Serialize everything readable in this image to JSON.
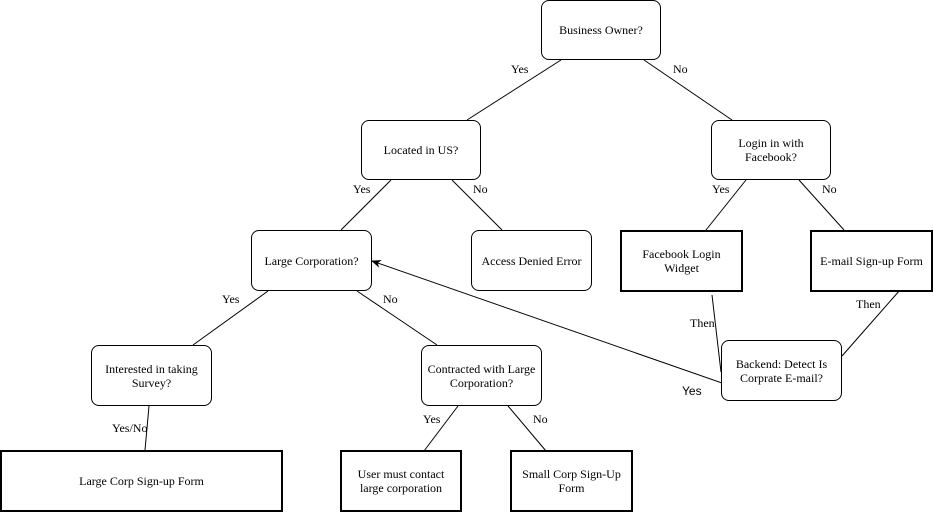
{
  "nodes": {
    "business_owner": "Business Owner?",
    "located_us": "Located in US?",
    "login_facebook": "Login in with Facebook?",
    "large_corp": "Large Corporation?",
    "access_denied": "Access Denied Error",
    "facebook_widget": "Facebook Login Widget",
    "email_signup": "E-mail Sign-up Form",
    "interested_survey": "Interested in taking Survey?",
    "contracted_large": "Contracted with Large Corporation?",
    "backend_detect": "Backend: Detect Is Corprate E-mail?",
    "large_corp_form": "Large Corp Sign-up Form",
    "contact_large": "User must contact large corporation",
    "small_corp_form": "Small Corp Sign-Up Form"
  },
  "edge_labels": {
    "bo_yes": "Yes",
    "bo_no": "No",
    "us_yes": "Yes",
    "us_no": "No",
    "fb_yes": "Yes",
    "fb_no": "No",
    "lc_yes": "Yes",
    "lc_no": "No",
    "widget_then": "Then",
    "email_then": "Then",
    "backend_yes": "Yes",
    "survey_yesno": "Yes/No",
    "contract_yes": "Yes",
    "contract_no": "No"
  }
}
